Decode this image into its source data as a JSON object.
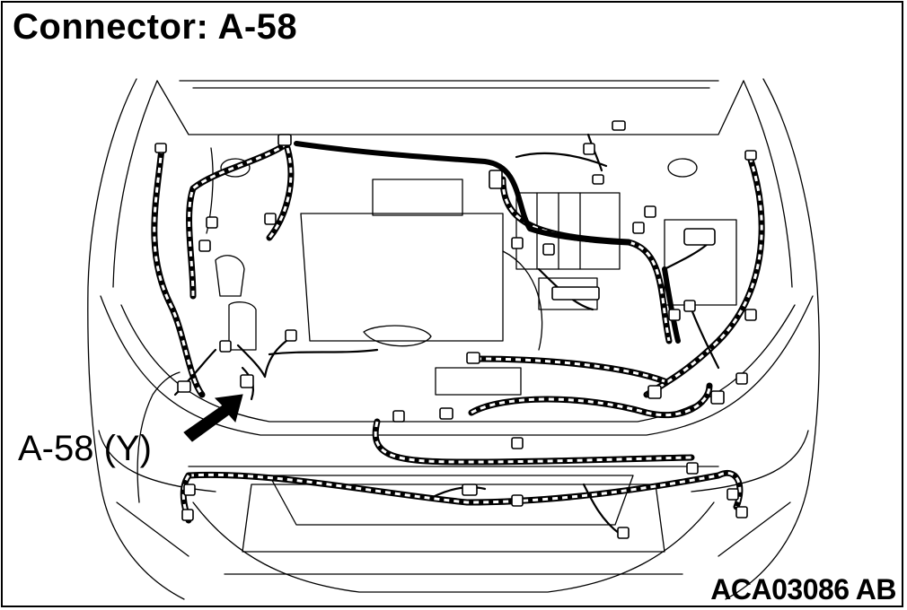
{
  "title": "Connector: A-58",
  "callout_label": "A-58 (Y)",
  "figure_id": "ACA03086 AB"
}
